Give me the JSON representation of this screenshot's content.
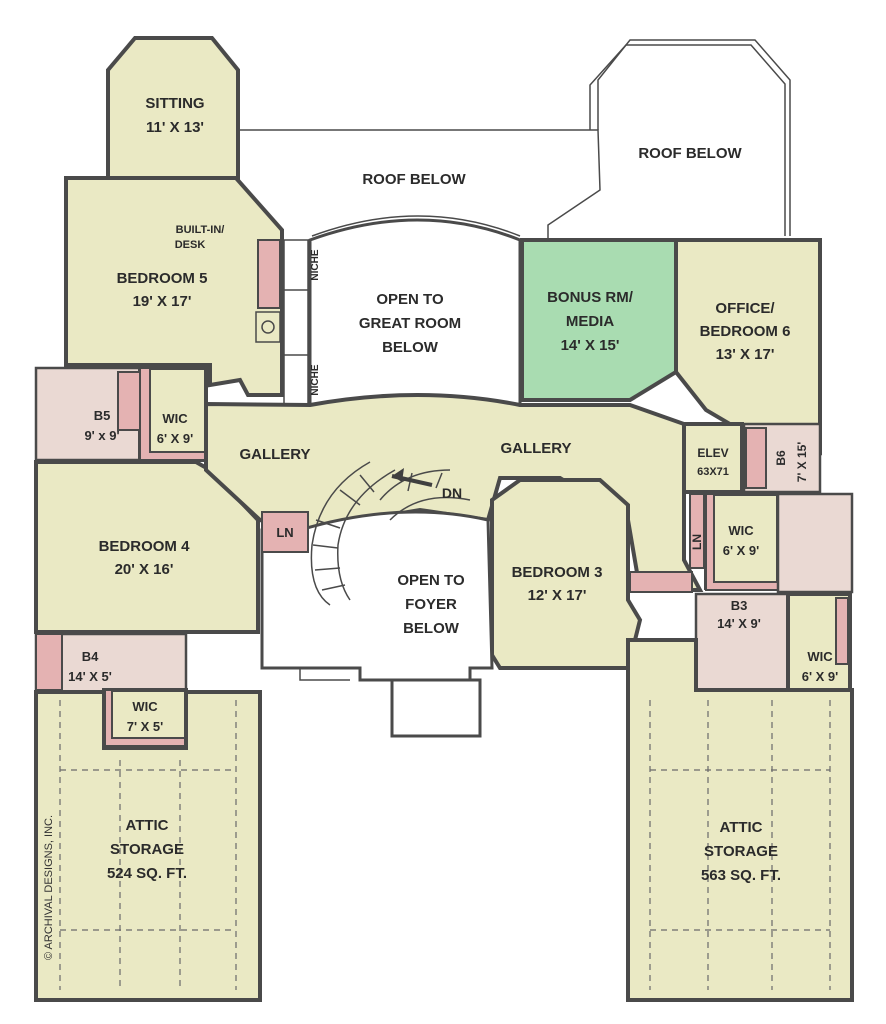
{
  "rooms": {
    "sitting": {
      "name": "SITTING",
      "size": "11' X 13'"
    },
    "roof_below_center": {
      "name": "ROOF BELOW"
    },
    "roof_below_right": {
      "name": "ROOF BELOW"
    },
    "bedroom5": {
      "name": "BEDROOM 5",
      "size": "19' X 17'"
    },
    "builtin_desk": {
      "line1": "BUILT-IN/",
      "line2": "DESK"
    },
    "niche_top": "NICHE",
    "niche_bottom": "NICHE",
    "open_great_room": {
      "line1": "OPEN TO",
      "line2": "GREAT ROOM",
      "line3": "BELOW"
    },
    "bonus_room": {
      "line1": "BONUS RM/",
      "line2": "MEDIA",
      "line3": "14' X 15'"
    },
    "office": {
      "line1": "OFFICE/",
      "line2": "BEDROOM 6",
      "line3": "13' X 17'"
    },
    "b5": {
      "name": "B5",
      "size": "9' x 9'"
    },
    "wic5": {
      "name": "WIC",
      "size": "6' X 9'"
    },
    "gallery_left": "GALLERY",
    "gallery_right": "GALLERY",
    "elev": {
      "name": "ELEV",
      "size": "63X71"
    },
    "b6": {
      "name": "B6",
      "size": "7' X 15'"
    },
    "stair_label": "DN",
    "bedroom4": {
      "name": "BEDROOM 4",
      "size": "20' X 16'"
    },
    "ln_left": "LN",
    "ln_right": "LN",
    "open_foyer": {
      "line1": "OPEN TO",
      "line2": "FOYER",
      "line3": "BELOW"
    },
    "bedroom3": {
      "name": "BEDROOM 3",
      "size": "12' X 17'"
    },
    "wic6": {
      "name": "WIC",
      "size": "6' X 9'"
    },
    "b3": {
      "name": "B3",
      "size": "14' X 9'"
    },
    "wic3": {
      "name": "WIC",
      "size": "6' X 9'"
    },
    "b4": {
      "name": "B4",
      "size": "14' X 5'"
    },
    "wic4": {
      "name": "WIC",
      "size": "7' X 5'"
    },
    "attic_left": {
      "line1": "ATTIC",
      "line2": "STORAGE",
      "line3": "524 SQ. FT."
    },
    "attic_right": {
      "line1": "ATTIC",
      "line2": "STORAGE",
      "line3": "563 SQ. FT."
    }
  },
  "credit": "© ARCHIVAL DESIGNS, INC.",
  "colors": {
    "room_fill": "#eae9c4",
    "bonus_fill": "#a9dcb1",
    "wet_fill": "#ead9d3",
    "cabinet_fill": "#e4b2b2",
    "wall": "#4a4a4a"
  }
}
